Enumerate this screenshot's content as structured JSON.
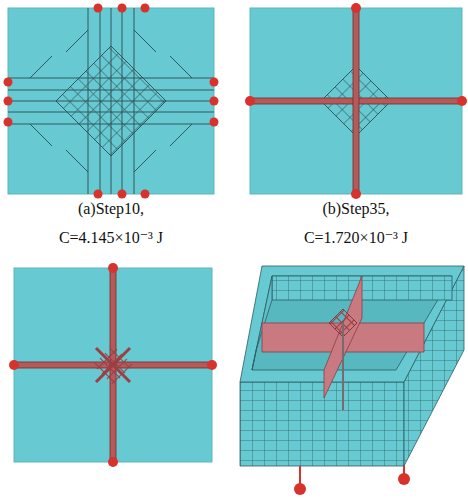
{
  "diagram": {
    "labels": [
      "(a)Step10,",
      "C=4.145×10⁻³ J",
      "(b)Step35,",
      "C=1.720×10⁻³ J"
    ]
  }
}
